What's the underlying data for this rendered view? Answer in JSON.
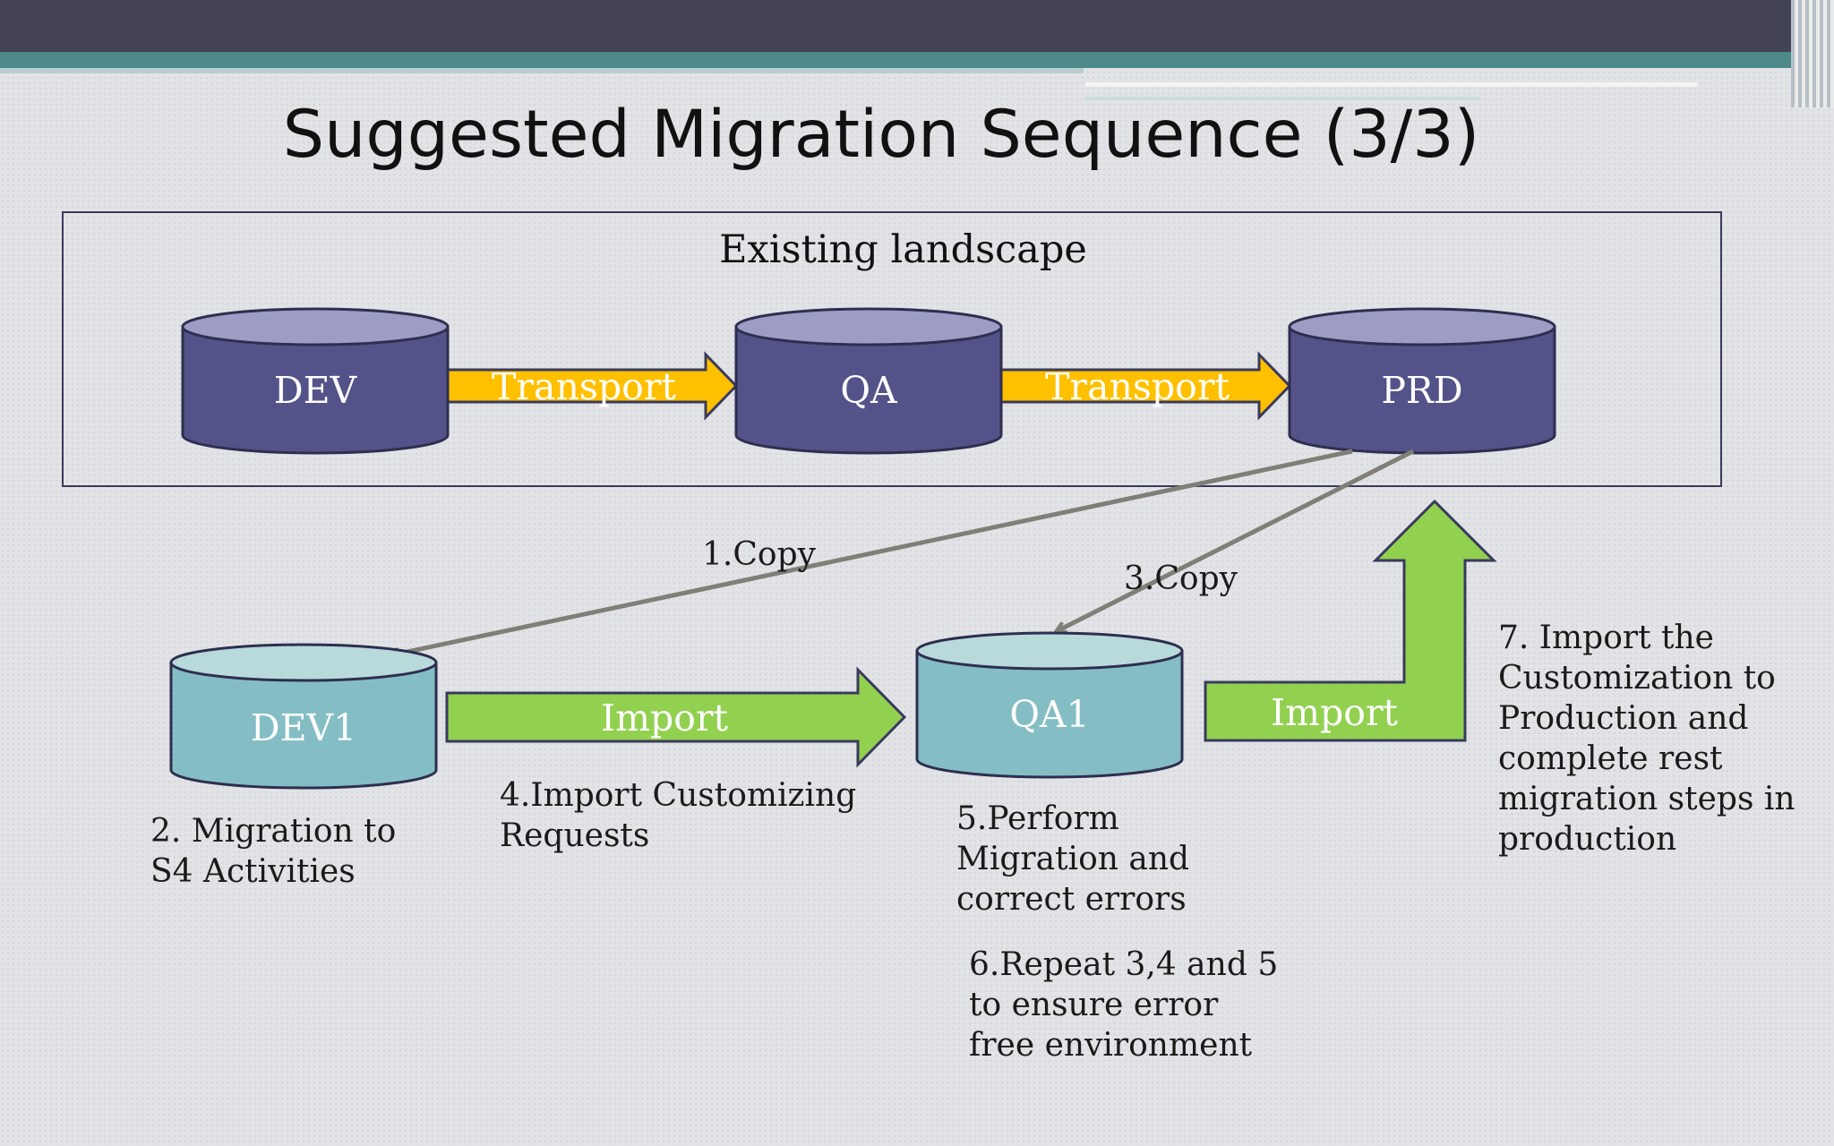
{
  "title": "Suggested Migration Sequence (3/3)",
  "landscape": {
    "label": "Existing landscape",
    "systems": [
      "DEV",
      "QA",
      "PRD"
    ],
    "transport_labels": [
      "Transport",
      "Transport"
    ]
  },
  "target": {
    "systems": [
      "DEV1",
      "QA1"
    ],
    "import_labels": [
      "Import",
      "Import"
    ]
  },
  "steps": {
    "copy1": "1.Copy",
    "copy3": "3.Copy",
    "step2": "2. Migration to\nS4 Activities",
    "step4": "4.Import Customizing\nRequests",
    "step5": "5.Perform\nMigration and\ncorrect errors",
    "step6": "6.Repeat 3,4 and 5\nto ensure error\nfree environment",
    "step7": "7. Import the\nCustomization to\nProduction and\ncomplete rest\nmigration steps in\nproduction"
  },
  "colors": {
    "landscape_cylinder": "#545389",
    "landscape_cylinder_top": "#9d9cc4",
    "target_cylinder": "#84bec4",
    "target_cylinder_top": "#b8dadb",
    "transport_arrow": "#ffc000",
    "import_arrow": "#92d050",
    "copy_line": "#7f7f77",
    "header": "#434355",
    "teal": "#4e8a8c"
  }
}
